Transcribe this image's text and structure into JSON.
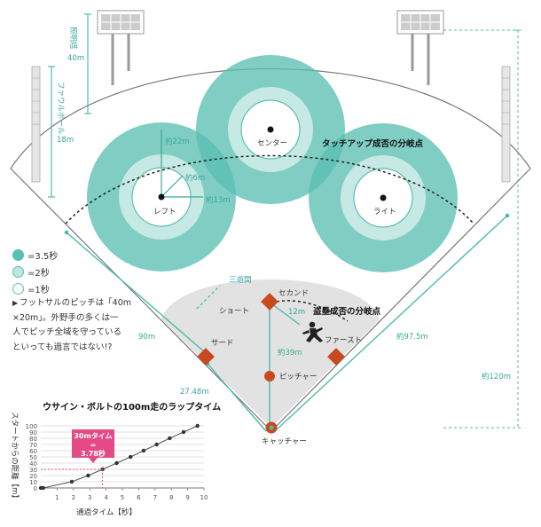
{
  "diagram": {
    "title_tagup": "タッチアップ成否の分岐点",
    "title_steal": "盗塁成否の分岐点",
    "positions": {
      "left": "レフト",
      "center": "センター",
      "right": "ライト",
      "second": "セカンド",
      "third": "サード",
      "first": "ファースト",
      "short": "ショート",
      "pitcher": "ピッチャー",
      "catcher": "キャッチャー",
      "sanyukan": "三遊間"
    },
    "measures": {
      "light_tower": "照明塔",
      "light_height": "40m",
      "foul_pole": "ファウルポール",
      "pole_height": "18m",
      "r22": "約22m",
      "r6": "約6m",
      "r13": "約13m",
      "d12": "12m",
      "d39": "約39m",
      "d90": "90m",
      "d2748": "27.48m",
      "d975": "約97.5m",
      "d120": "約120m"
    }
  },
  "legend": [
    {
      "label": "=3.5秒",
      "fill": "#5bbfb2"
    },
    {
      "label": "=2秒",
      "fill": "#bfe5df"
    },
    {
      "label": "=1秒",
      "fill": "#ffffff"
    }
  ],
  "note": {
    "marker": "▶",
    "lines": [
      "フットサルのピッチは「40m",
      "×20m」。外野手の多くは一",
      "人でピッチ全域を守っている",
      "といっても過言ではない!?"
    ]
  },
  "chart_data": {
    "type": "line",
    "title": "ウサイン・ボルトの100m走のラップタイム",
    "xlabel": "通過タイム【秒】",
    "ylabel": "スタートからの距離【m】",
    "xlim": [
      0,
      10
    ],
    "ylim": [
      0,
      100
    ],
    "x_ticks": [
      1,
      2,
      3,
      4,
      5,
      6,
      7,
      8,
      9,
      10
    ],
    "y_ticks": [
      0,
      10,
      20,
      30,
      40,
      50,
      60,
      70,
      80,
      90,
      100
    ],
    "grid": true,
    "series": [
      {
        "x": [
          0.0,
          0.15,
          1.9,
          2.9,
          3.78,
          4.65,
          5.5,
          6.3,
          7.1,
          7.9,
          8.75,
          9.6
        ],
        "y": [
          0,
          0,
          10,
          20,
          30,
          40,
          50,
          60,
          70,
          80,
          90,
          100
        ]
      }
    ],
    "annotation": {
      "lines": [
        "30mタイム",
        "=",
        "3.78秒"
      ],
      "x": 3.78,
      "y": 30,
      "color": "#e64a86"
    }
  }
}
